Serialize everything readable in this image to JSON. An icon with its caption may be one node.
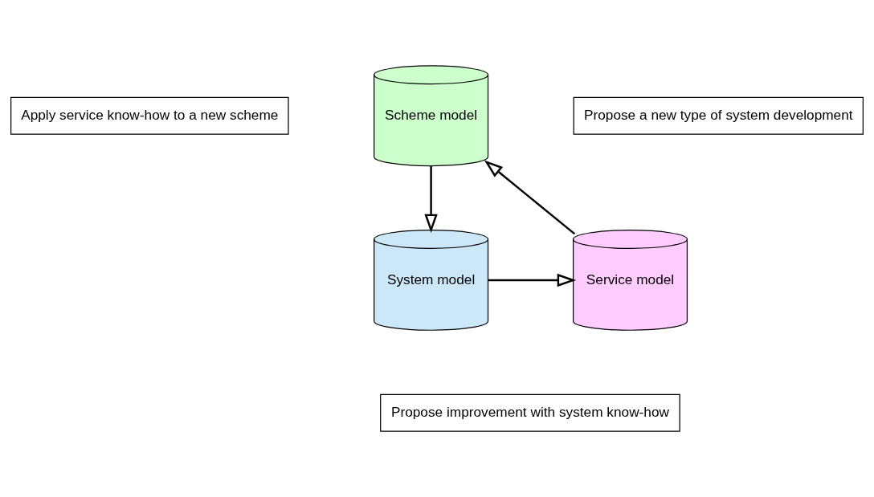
{
  "diagram": {
    "nodes": [
      {
        "text": [
          "Scheme model"
        ]
      },
      {
        "text": [
          "System model"
        ]
      },
      {
        "text": [
          "Service model"
        ]
      },
      {
        "text": [
          "Apply service know-how to a new scheme"
        ]
      },
      {
        "text": [
          "Propose a new type of system development"
        ]
      },
      {
        "text": [
          "Propose improvement with system know-how"
        ]
      }
    ],
    "edges": [
      {
        "from": 0,
        "to": 1,
        "arrow": "to"
      },
      {
        "from": 1,
        "to": 2,
        "arrow": "to"
      },
      {
        "from": 2,
        "to": 0,
        "arrow": "to"
      }
    ]
  }
}
